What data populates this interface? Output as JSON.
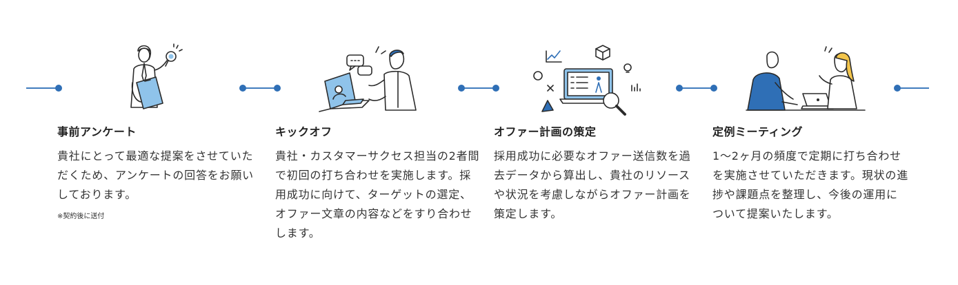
{
  "steps": [
    {
      "title": "事前アンケート",
      "body": "貴社にとって最適な提案をさせていただくため、アンケートの回答をお願いしております。",
      "note": "※契約後に送付",
      "illustration": "survey-person-icon"
    },
    {
      "title": "キックオフ",
      "body": "貴社・カスタマーサクセス担当の2者間で初回の打ち合わせを実施します。採用成功に向けて、ターゲットの選定、オファー文章の内容などをすり合わせします。",
      "illustration": "video-call-icon"
    },
    {
      "title": "オファー計画の策定",
      "body": "採用成功に必要なオファー送信数を過去データから算出し、貴社のリソースや状況を考慮しながらオファー計画を策定します。",
      "illustration": "planning-analysis-icon"
    },
    {
      "title": "定例ミーティング",
      "body": "1〜2ヶ月の頻度で定期に打ち合わせを実施させていただきます。現状の進捗や課題点を整理し、今後の運用について提案いたします。",
      "illustration": "meeting-icon"
    }
  ],
  "colors": {
    "accent": "#2f6fb6",
    "line": "#3f7bbd",
    "illustration_fill": "#8fc3ea",
    "text": "#333333"
  }
}
